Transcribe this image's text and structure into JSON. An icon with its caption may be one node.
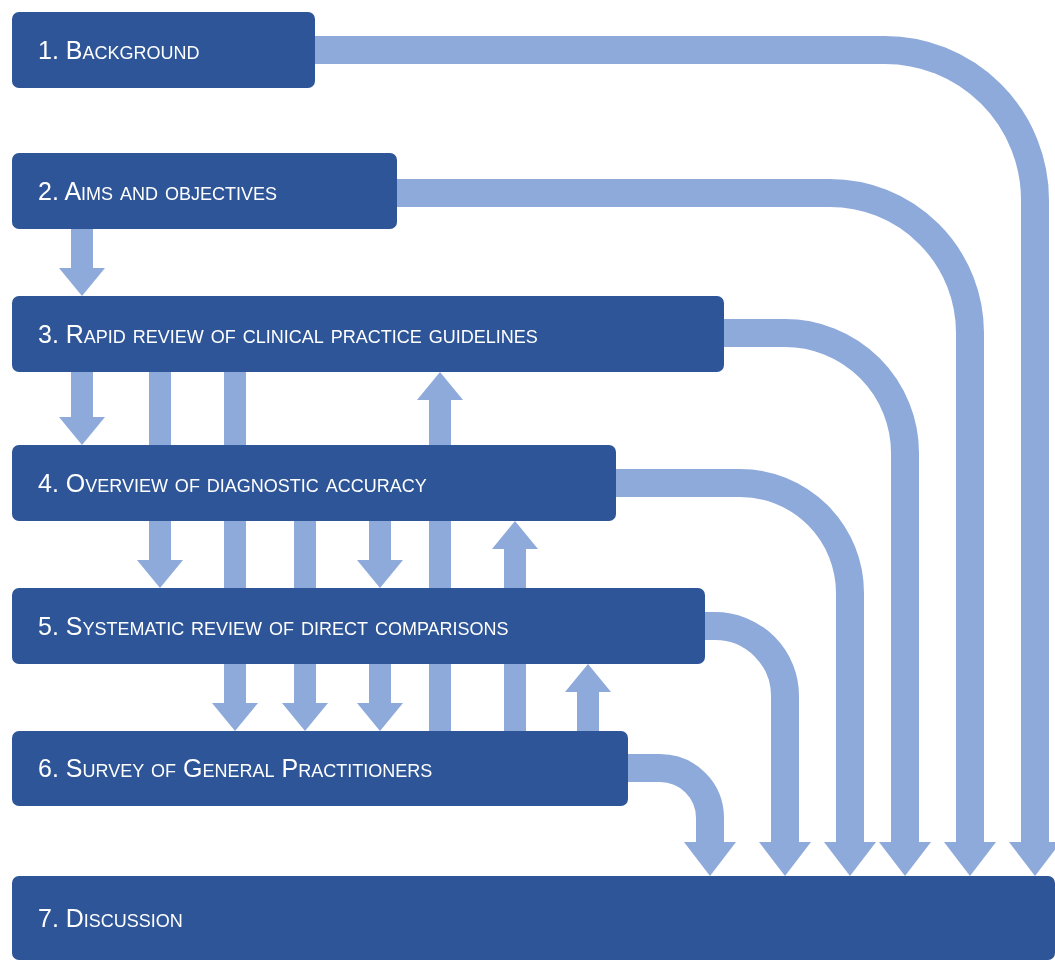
{
  "diagram": {
    "nodes": [
      {
        "text": [
          "1. Background"
        ]
      },
      {
        "text": [
          "2. Aims and objectives"
        ]
      },
      {
        "text": [
          "3. Rapid review of clinical practice guidelines"
        ]
      },
      {
        "text": [
          "4. Overview of diagnostic accuracy"
        ]
      },
      {
        "text": [
          "5. Systematic review of direct comparisons"
        ]
      },
      {
        "text": [
          "6. Survey of General Practitioners"
        ]
      },
      {
        "text": [
          "7. Discussion"
        ]
      }
    ],
    "edges": [
      {
        "from": 0,
        "to": 6,
        "arrow": "to"
      },
      {
        "from": 1,
        "to": 6,
        "arrow": "to"
      },
      {
        "from": 1,
        "to": 2,
        "arrow": "to"
      },
      {
        "from": 2,
        "to": 6,
        "arrow": "to"
      },
      {
        "from": 2,
        "to": 3,
        "arrow": "to"
      },
      {
        "from": 2,
        "to": 3,
        "arrow": "none"
      },
      {
        "from": 3,
        "to": 4,
        "arrow": "to"
      },
      {
        "from": 2,
        "to": 3,
        "arrow": "none"
      },
      {
        "from": 3,
        "to": 4,
        "arrow": "none"
      },
      {
        "from": 4,
        "to": 5,
        "arrow": "to"
      },
      {
        "from": 3,
        "to": 6,
        "arrow": "to"
      },
      {
        "from": 3,
        "to": 4,
        "arrow": "to"
      },
      {
        "from": 3,
        "to": 4,
        "arrow": "none"
      },
      {
        "from": 4,
        "to": 5,
        "arrow": "to"
      },
      {
        "from": 4,
        "to": 6,
        "arrow": "to"
      },
      {
        "from": 4,
        "to": 5,
        "arrow": "to"
      },
      {
        "from": 5,
        "to": 4,
        "arrow": "none"
      },
      {
        "from": 4,
        "to": 3,
        "arrow": "none"
      },
      {
        "from": 3,
        "to": 2,
        "arrow": "to"
      },
      {
        "from": 5,
        "to": 4,
        "arrow": "none"
      },
      {
        "from": 4,
        "to": 3,
        "arrow": "to"
      },
      {
        "from": 5,
        "to": 4,
        "arrow": "to"
      },
      {
        "from": 5,
        "to": 6,
        "arrow": "to"
      }
    ]
  }
}
